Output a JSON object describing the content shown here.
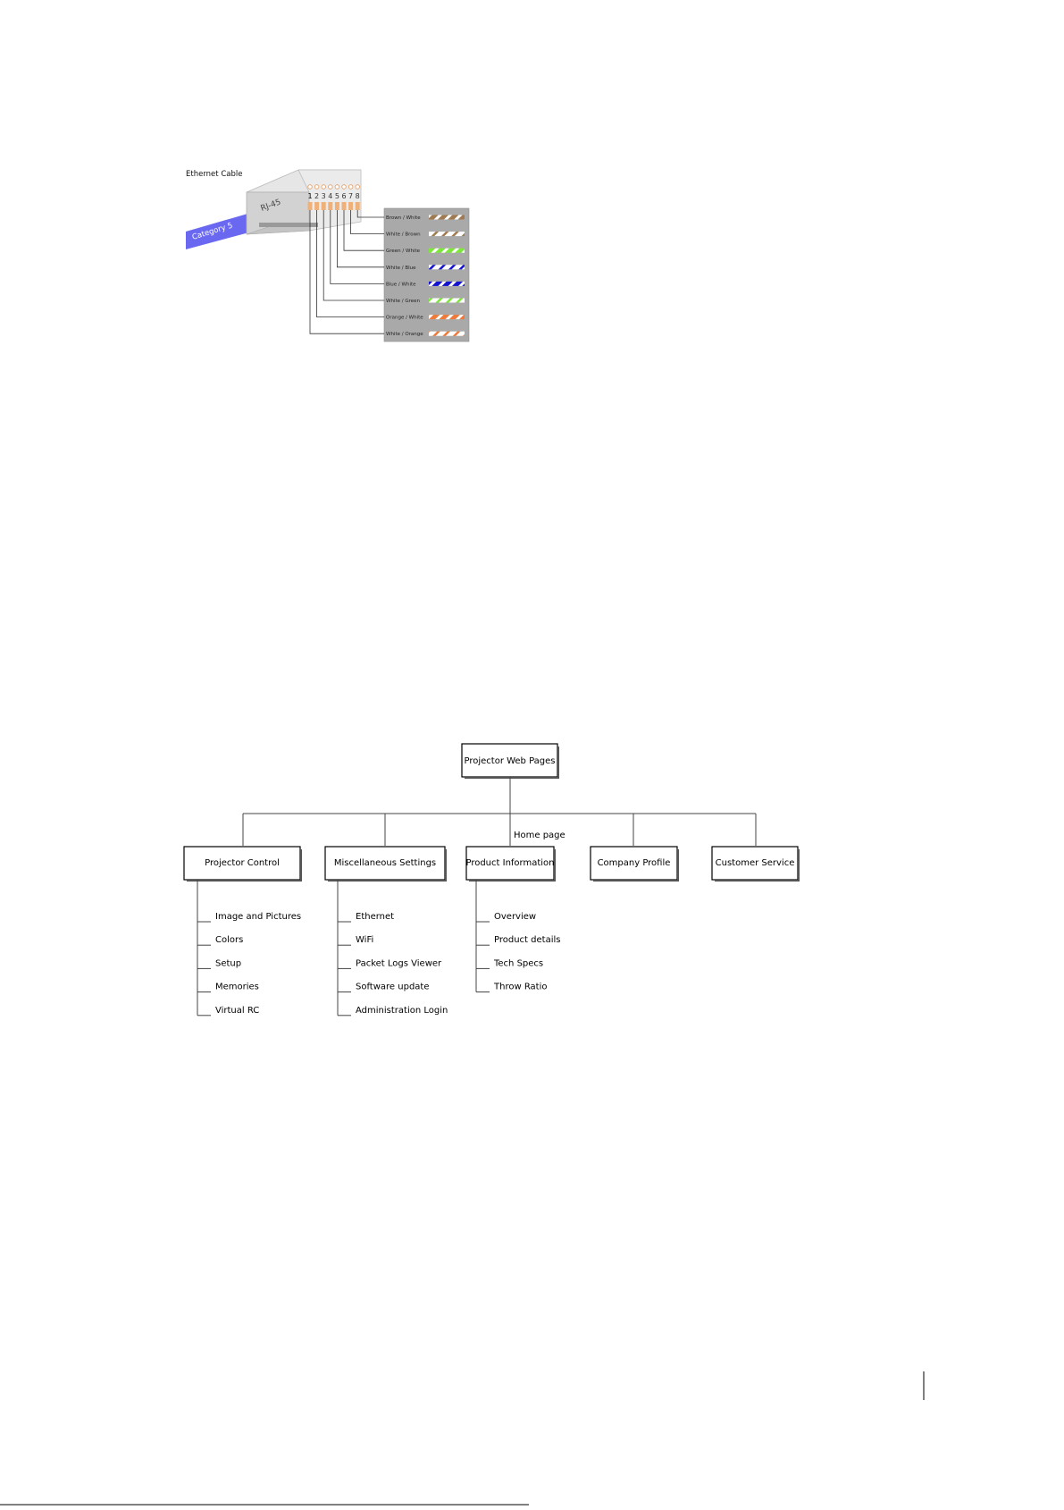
{
  "ethernet": {
    "title": "Ethernet Cable",
    "cable_label": "Category 5",
    "connector_label": "RJ-45",
    "pins": [
      "1",
      "2",
      "3",
      "4",
      "5",
      "6",
      "7",
      "8"
    ],
    "colors": {
      "cable": "#6a68f0",
      "panel": "#a9a9a9",
      "brown": "#a07a50",
      "green": "#7ee83a",
      "blue": "#1414d0",
      "orange": "#f07a3a"
    },
    "wires": [
      {
        "label": "Brown / White",
        "color": "brown",
        "dominant": "color"
      },
      {
        "label": "White / Brown",
        "color": "brown",
        "dominant": "white"
      },
      {
        "label": "Green / White",
        "color": "green",
        "dominant": "color"
      },
      {
        "label": "White / Blue",
        "color": "blue",
        "dominant": "white"
      },
      {
        "label": "Blue / White",
        "color": "blue",
        "dominant": "color"
      },
      {
        "label": "White / Green",
        "color": "green",
        "dominant": "white"
      },
      {
        "label": "Orange / White",
        "color": "orange",
        "dominant": "color"
      },
      {
        "label": "White / Orange",
        "color": "orange",
        "dominant": "white"
      }
    ]
  },
  "sitemap": {
    "root": "Projector Web Pages",
    "home_label": "Home page",
    "sections": [
      {
        "title": "Projector Control",
        "items": [
          "Image and Pictures",
          "Colors",
          "Setup",
          "Memories",
          "Virtual RC"
        ]
      },
      {
        "title": "Miscellaneous Settings",
        "items": [
          "Ethernet",
          "WiFi",
          "Packet Logs Viewer",
          "Software update",
          "Administration Login"
        ]
      },
      {
        "title": "Product Information",
        "items": [
          "Overview",
          "Product details",
          "Tech Specs",
          "Throw Ratio"
        ]
      },
      {
        "title": "Company Profile",
        "items": []
      },
      {
        "title": "Customer Service",
        "items": []
      }
    ]
  }
}
